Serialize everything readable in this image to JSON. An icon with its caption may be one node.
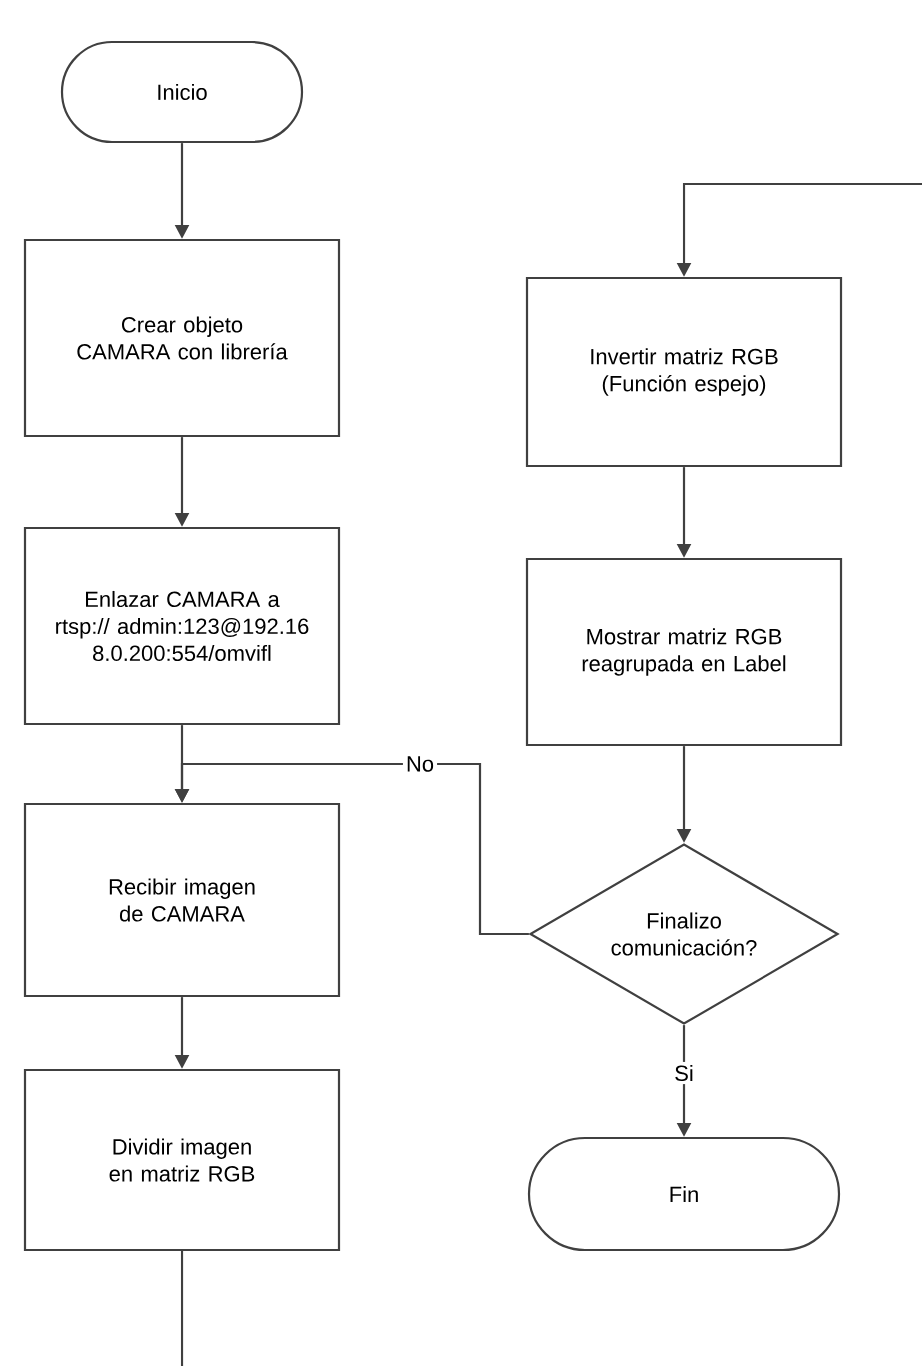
{
  "diagram": {
    "nodes": [
      {
        "text": [
          "Inicio"
        ]
      },
      {
        "text": [
          "Crear objeto CAMARA con librería"
        ]
      },
      {
        "text": [
          "Enlazar CAMARA a rtsp:// admin:123@192.16 8.0.200:554/omvifl"
        ]
      },
      {
        "text": [
          "Recibir imagen de CAMARA"
        ]
      },
      {
        "text": [
          "Dividir imagen en matriz RGB"
        ]
      },
      {
        "text": [
          "Invertir matriz RGB (Función espejo)"
        ]
      },
      {
        "text": [
          "Mostrar matriz RGB reagrupada en Label"
        ]
      },
      {
        "text": [
          "Finalizo comunicación?"
        ]
      },
      {
        "text": [
          "Fin"
        ]
      }
    ],
    "edges": [
      {
        "from": 0,
        "to": 1,
        "arrow": "to"
      },
      {
        "from": 1,
        "to": 2,
        "arrow": "to"
      },
      {
        "from": 2,
        "to": 3,
        "arrow": "to"
      },
      {
        "from": 3,
        "to": 4,
        "arrow": "to"
      },
      {
        "from": 4,
        "to": null,
        "arrow": "none"
      },
      {
        "from": null,
        "to": 5,
        "arrow": "to"
      },
      {
        "from": 5,
        "to": 6,
        "arrow": "to"
      },
      {
        "from": 6,
        "to": 7,
        "arrow": "to"
      },
      {
        "from": 7,
        "to": 3,
        "arrow": "to",
        "label": "No"
      },
      {
        "from": 7,
        "to": 8,
        "arrow": "to",
        "label": "Si"
      }
    ]
  }
}
